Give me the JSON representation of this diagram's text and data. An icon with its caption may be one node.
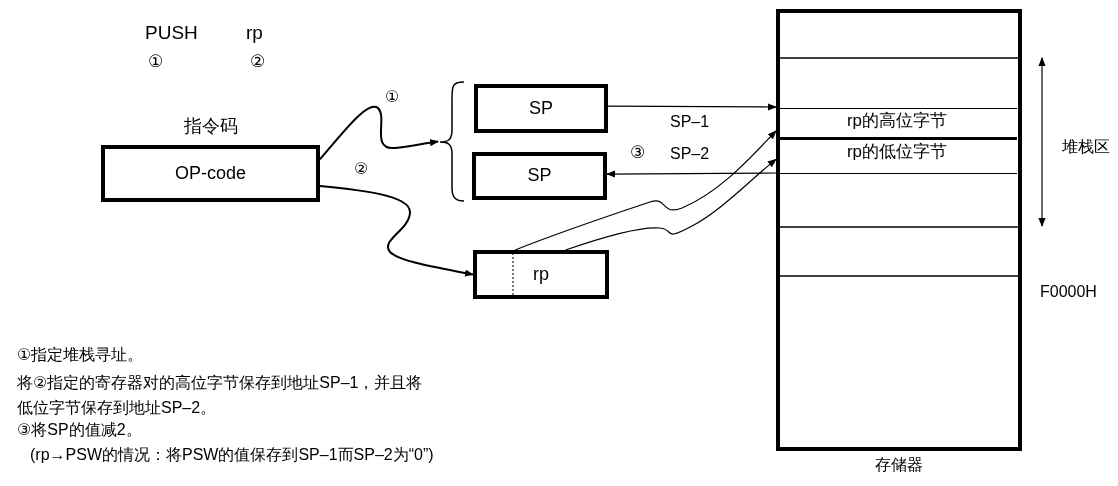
{
  "diagram": {
    "nodes": [
      {
        "text": [
          "指令码",
          "OP-code"
        ]
      },
      {
        "text": [
          "SP"
        ]
      },
      {
        "text": [
          "SP"
        ]
      },
      {
        "text": [
          "rp"
        ]
      },
      {
        "text": [],
        "shape": "box",
        "beside": [
          "存储器"
        ]
      },
      {
        "text": [
          "rp的高位字节"
        ],
        "in": 4
      },
      {
        "text": [
          "rp的低位字节"
        ],
        "in": 4
      },
      {
        "text": [],
        "shape": "brace"
      }
    ],
    "edges": [
      {
        "from": 0,
        "to": 7,
        "arrow": "to",
        "label": "①"
      },
      {
        "from": 0,
        "to": 3,
        "arrow": "to",
        "label": "②"
      },
      {
        "from": 1,
        "to": 5,
        "arrow": "to",
        "label": "SP–1"
      },
      {
        "from": 6,
        "to": 2,
        "arrow": "to",
        "label": "SP–2"
      },
      {
        "from": 3,
        "to": 5,
        "arrow": "to"
      },
      {
        "from": 3,
        "to": 6,
        "arrow": "to"
      }
    ],
    "labels": [
      "PUSH",
      "rp",
      "①",
      "②",
      "③",
      "堆栈区",
      "F0000H",
      "①指定堆栈寻址。",
      "将②指定的寄存器对的高位字节保存到地址SP–1，并且将低位字节保存到地址SP–2。",
      "③将SP的值减2。",
      "(rp→PSW的情况：将PSW的值保存到SP–1而SP–2为“0”)"
    ]
  }
}
